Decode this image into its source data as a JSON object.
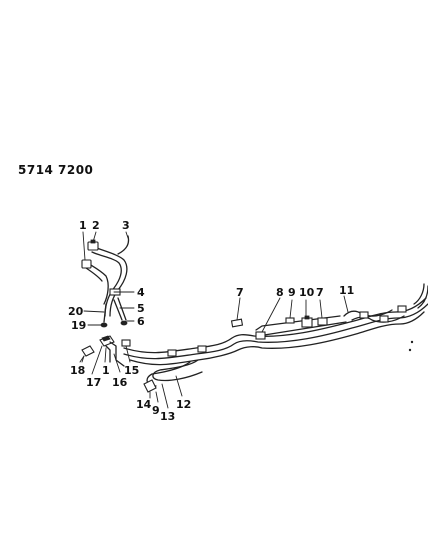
{
  "diagram_ref": {
    "left": "5714",
    "right": "7200"
  },
  "callouts": [
    {
      "id": "c1a",
      "label": "1"
    },
    {
      "id": "c2",
      "label": "2"
    },
    {
      "id": "c3",
      "label": "3"
    },
    {
      "id": "c4",
      "label": "4"
    },
    {
      "id": "c20",
      "label": "20"
    },
    {
      "id": "c5",
      "label": "5"
    },
    {
      "id": "c19",
      "label": "19"
    },
    {
      "id": "c6",
      "label": "6"
    },
    {
      "id": "c18",
      "label": "18"
    },
    {
      "id": "c17",
      "label": "17"
    },
    {
      "id": "c1b",
      "label": "1"
    },
    {
      "id": "c16",
      "label": "16"
    },
    {
      "id": "c15",
      "label": "15"
    },
    {
      "id": "c12",
      "label": "12"
    },
    {
      "id": "c13",
      "label": "13"
    },
    {
      "id": "c14",
      "label": "14"
    },
    {
      "id": "c9a",
      "label": "9"
    },
    {
      "id": "c7a",
      "label": "7"
    },
    {
      "id": "c8",
      "label": "8"
    },
    {
      "id": "c9b",
      "label": "9"
    },
    {
      "id": "c10",
      "label": "10"
    },
    {
      "id": "c7b",
      "label": "7"
    },
    {
      "id": "c11",
      "label": "11"
    }
  ]
}
